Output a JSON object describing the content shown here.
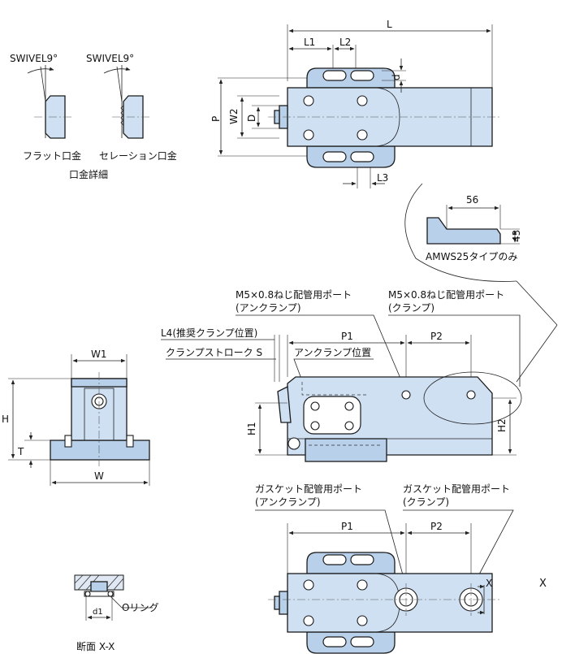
{
  "detail": {
    "swivel_left": "SWIVEL9°",
    "swivel_right": "SWIVEL9°",
    "flat_label": "フラット口金",
    "serration_label": "セレーション口金",
    "caption": "口金詳細"
  },
  "top_view": {
    "L": "L",
    "L1": "L1",
    "L2": "L2",
    "L3": "L3",
    "d": "d",
    "P": "P",
    "W2": "W2",
    "D": "D"
  },
  "callout": {
    "dim_56": "56",
    "dim_43": "43",
    "caption": "AMWS25タイプのみ"
  },
  "side_view": {
    "port_unclamp_line1": "M5×0.8ねじ配管用ポート",
    "port_unclamp_line2": "(アンクランプ)",
    "port_clamp_line1": "M5×0.8ねじ配管用ポート",
    "port_clamp_line2": "(クランプ)",
    "L4_label": "L4(推奨クランプ位置)",
    "stroke_label": "クランプストローク S",
    "unclamp_pos_label": "アンクランプ位置",
    "P1": "P1",
    "P2": "P2",
    "H1": "H1",
    "H2": "H2"
  },
  "end_view": {
    "W1": "W1",
    "W": "W",
    "H": "H",
    "T": "T"
  },
  "bottom_view": {
    "gasket_unclamp_line1": "ガスケット配管用ポート",
    "gasket_unclamp_line2": "(アンクランプ)",
    "gasket_clamp_line1": "ガスケット配管用ポート",
    "gasket_clamp_line2": "(クランプ)",
    "P1": "P1",
    "P2": "P2",
    "X_small": "X",
    "X_big": "X"
  },
  "section": {
    "d1": "d1",
    "oring_label": "Oリング",
    "caption": "断面 X-X"
  },
  "colors": {
    "body": "#cfe0f3",
    "plate": "#b9d0ea",
    "line": "#1a1a1a"
  }
}
